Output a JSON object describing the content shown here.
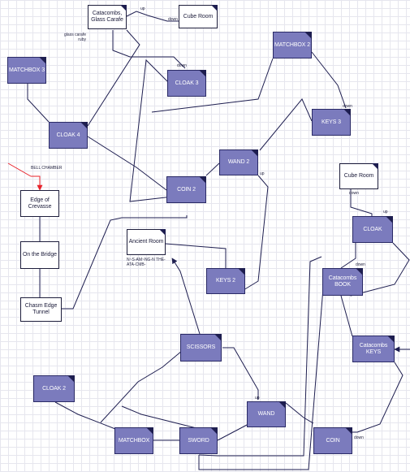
{
  "rooms": {
    "catacombs_glass_carafe": "Catacombs, Glass Carafe",
    "cube_room_top": "Cube Room",
    "matchbox_3": "MATCHBOX 3",
    "matchbox_2": "MATCHBOX 2",
    "cloak_3": "CLOAK 3",
    "keys_3": "KEYS 3",
    "cloak_4": "CLOAK 4",
    "wand_2": "WAND 2",
    "coin_2": "COIN 2",
    "edge_of_crevasse": "Edge of Crevasse",
    "cube_room_right": "Cube Room",
    "cloak": "CLOAK",
    "ancient_room": "Ancient Room",
    "on_the_bridge": "On the Bridge",
    "keys_2": "KEYS 2",
    "catacombs_book": "Catacombs BOOK",
    "chasm_edge_tunnel": "Chasm Edge Tunnel",
    "scissors": "SCISSORS",
    "catacombs_keys": "Catacombs KEYS",
    "cloak_2": "CLOAK 2",
    "wand": "WAND",
    "matchbox": "MATCHBOX",
    "sword": "SWORD",
    "coin": "COIN"
  },
  "labels": {
    "up_catacombs": "up",
    "down_catacombs": "down",
    "down_cloak3": "down",
    "down_keys3": "down",
    "up_wand2": "up",
    "down_cuberoom": "down",
    "up_cloak": "up",
    "down_book": "down",
    "up_wand": "up",
    "down_coin": "down"
  },
  "notes": {
    "glass_carafe": "glass carafe ruby",
    "bell_chamber": "BELL CHAMBER",
    "ancient_room_note": "N~S-AM~NG-N THE-ATA-CMB-"
  },
  "colors": {
    "room_fill": "#7b7bbd",
    "room_border": "#2a2a66",
    "connector": "#1e1e50",
    "entry_arrow": "#e8222a",
    "grid": "#e6e6ee"
  }
}
